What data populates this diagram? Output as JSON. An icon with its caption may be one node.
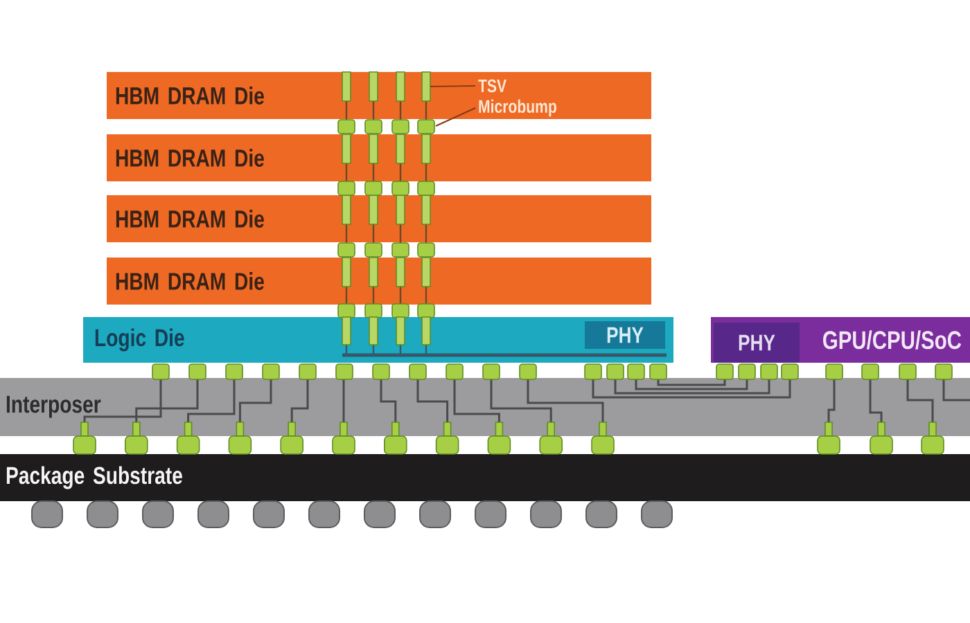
{
  "diagram": {
    "nodes": [
      {
        "text": [
          "HBM DRAM Die"
        ]
      },
      {
        "text": [
          "TSV"
        ],
        "in": 0
      },
      {
        "text": [
          "Microbump"
        ],
        "in": 0
      },
      {
        "text": [],
        "shape": "bar",
        "in": 0
      },
      {
        "text": [
          "HBM DRAM Die"
        ]
      },
      {
        "text": [
          "HBM DRAM Die"
        ]
      },
      {
        "text": [
          "HBM DRAM Die"
        ]
      },
      {
        "text": [
          "Logic Die"
        ]
      },
      {
        "text": [
          "PHY"
        ],
        "in": 7
      },
      {
        "text": [
          "GPU/CPU/SoC"
        ]
      },
      {
        "text": [
          "PHY"
        ],
        "in": 9
      },
      {
        "text": [
          "Interposer"
        ]
      },
      {
        "text": [
          "Package Substrate"
        ]
      }
    ],
    "edges": [
      {
        "from": 1,
        "to": 3,
        "arrow": "none"
      },
      {
        "from": 2,
        "to": null,
        "arrow": "none"
      }
    ]
  }
}
